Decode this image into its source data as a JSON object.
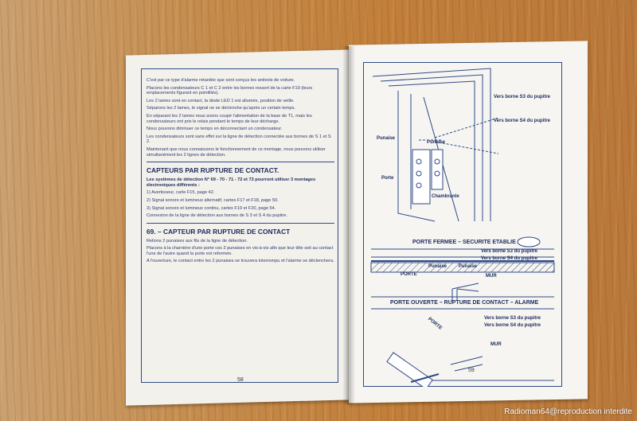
{
  "left_page": {
    "paragraphs": [
      "C'est par ce type d'alarme retardée que sont conçus les antivols de voiture.",
      "Placons les condensateurs C 1 et C 2 entre les bornes ressort de la carte F19 (leurs emplacements figurant en pointillés).",
      "Les 2 lames sont en contact, la diode LED 1 est allumée, position de veille.",
      "Séparons les 2 lames, le signal ne se déclenche qu'après un certain temps.",
      "En séparant les 2 lames nous avons coupé l'alimentation de la base de T1, mais les condensateurs ont pris le relais pendant le temps de leur décharge.",
      "Nous pouvons diminuer ce temps en déconnectant un condensateur.",
      "Les condensateurs sont sans effet sur la ligne de détection connectée aux bornes de S 1 et S 2.",
      "Maintenant que nous connaissons le fonctionnement de ce montage, nous pouvons utiliser simultanément les 2 lignes de détection."
    ],
    "section1_heading": "CAPTEURS PAR RUPTURE DE CONTACT.",
    "section1_bold": "Les systèmes de détection N° 69 - 70 - 71 - 72 et 73 pourront utiliser 3 montages électroniques différents :",
    "section1_items": [
      "1) Avertisseur, carte F15, page 42.",
      "2) Signal sonore et lumineux alternatif, cartes F17 et F18, page 50.",
      "3) Signal sonore et lumineux continu, cartes F19 et F20, page 54.",
      "Connexion de la ligne de détection aux bornes de S 3 et S 4 du pupitre."
    ],
    "section2_heading": "69. – CAPTEUR PAR RUPTURE DE CONTACT",
    "section2_paragraphs": [
      "Relions 2 punaises aux fils de la ligne de détection.",
      "Placons à la charnière d'une porte ces 2 punaises en vis-à-vis afin que leur tête soit au contact l'une de l'autre quand la porte est refermée.",
      "A l'ouverture, le contact entre les 2 punaises se trouvera interrompu et l'alarme se déclenchera."
    ],
    "page_number": "58"
  },
  "right_page": {
    "labels": {
      "vers_s3_top": "Vers borne S3 du pupitre",
      "vers_s4_top": "Vers borne S4 du pupitre",
      "punaise_a": "Punaise",
      "punaise_b": "Punaise",
      "porte_top": "Porte",
      "chambranle": "Chambranle",
      "caption_fermee": "PORTE FERMEE – SECURITE ETABLIE",
      "vers_s3_mid": "Vers borne S3 du pupitre",
      "vers_s4_mid": "Vers borne S4 du pupitre",
      "porte_mid": "PORTE",
      "punaise_mid_a": "Punaise",
      "punaise_mid_b": "Punaise",
      "mur_mid": "MUR",
      "caption_ouverte": "PORTE OUVERTE – RUPTURE DE CONTACT – ALARME",
      "porte_bottom": "PORTE",
      "vers_s3_bottom": "Vers borne S3 du pupitre",
      "vers_s4_bottom": "Vers borne S4 du pupitre",
      "mur_bottom": "MUR"
    },
    "page_number": "59"
  },
  "watermark": "Radioman64@reproduction interdite"
}
